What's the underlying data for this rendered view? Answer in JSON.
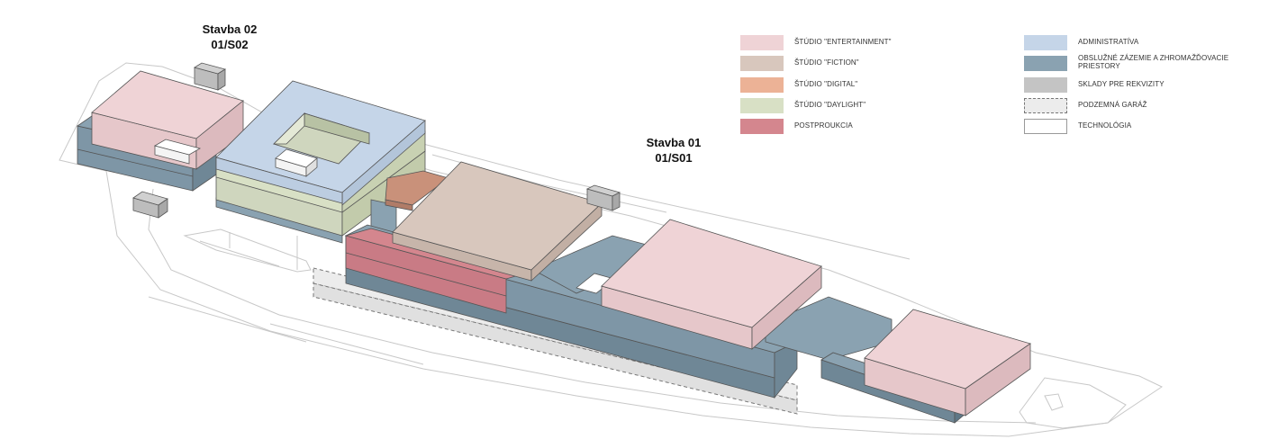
{
  "building_labels": {
    "s02": {
      "name": "Stavba 02",
      "code": "01/S02"
    },
    "s01": {
      "name": "Stavba 01",
      "code": "01/S01"
    }
  },
  "legend": [
    {
      "label": "ŠTÚDIO \"ENTERTAINMENT\"",
      "color": "#efd3d6",
      "style": "solid"
    },
    {
      "label": "ŠTÚDIO \"FICTION\"",
      "color": "#d8c7bd",
      "style": "solid"
    },
    {
      "label": "ŠTÚDIO \"DIGITAL\"",
      "color": "#ecb296",
      "style": "solid"
    },
    {
      "label": "ŠTÚDIO \"DAYLIGHT\"",
      "color": "#d8e0c5",
      "style": "solid"
    },
    {
      "label": "POSTPROUKCIA",
      "color": "#d4868e",
      "style": "solid"
    },
    {
      "label": "ADMINISTRATÍVA",
      "color": "#c5d5e8",
      "style": "solid"
    },
    {
      "label": "OBSLUŽNÉ ZÁZEMIE A ZHROMAŽĎOVACIE PRIESTORY",
      "color": "#8aa2b1",
      "style": "solid"
    },
    {
      "label": "SKLADY PRE REKVIZITY",
      "color": "#c4c4c4",
      "style": "solid"
    },
    {
      "label": "PODZEMNÁ GARÁŽ",
      "color": "#ececec",
      "style": "dashed"
    },
    {
      "label": "TECHNOLÓGIA",
      "color": "#ffffff",
      "style": "outline"
    }
  ]
}
